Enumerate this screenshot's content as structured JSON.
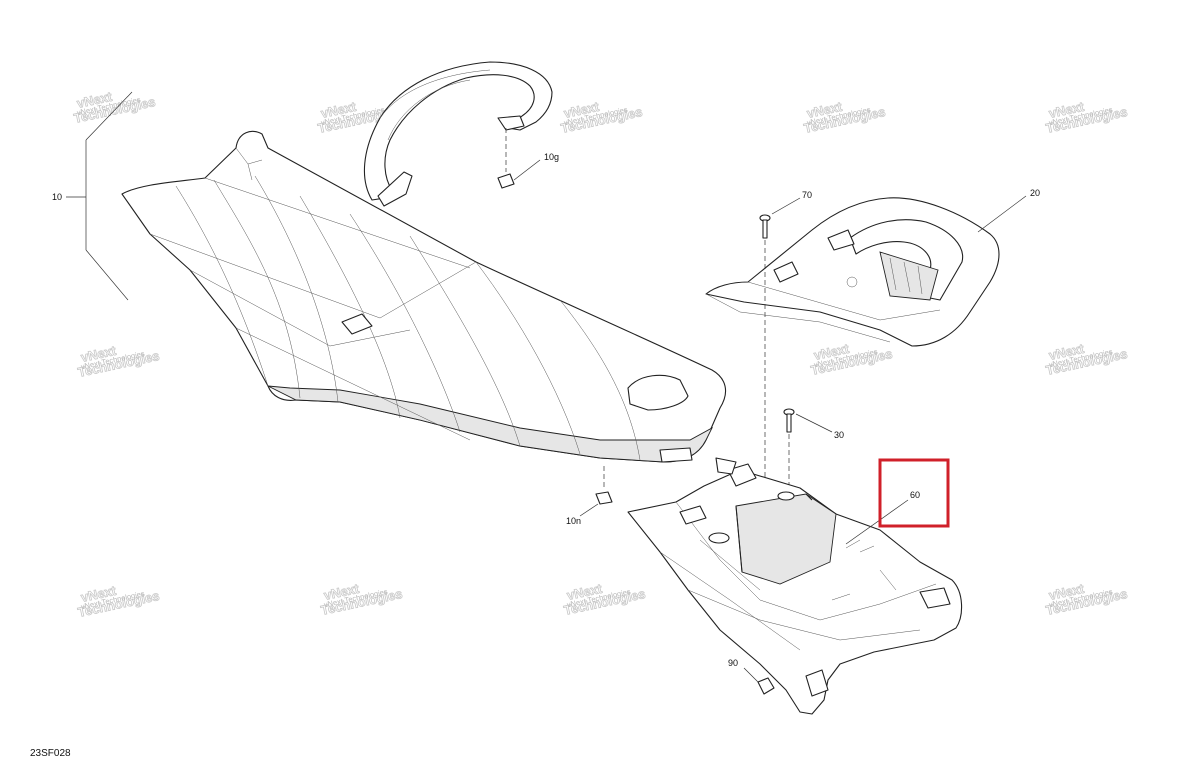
{
  "diagram": {
    "sheet_code": "23SF028",
    "callouts": [
      "10",
      "10g",
      "10n",
      "20",
      "30",
      "60",
      "70",
      "90"
    ],
    "watermark": {
      "line1": "vNext Technologies",
      "line2": "vNext",
      "line3": "Technologies"
    },
    "highlight_color": "#d0202a"
  }
}
